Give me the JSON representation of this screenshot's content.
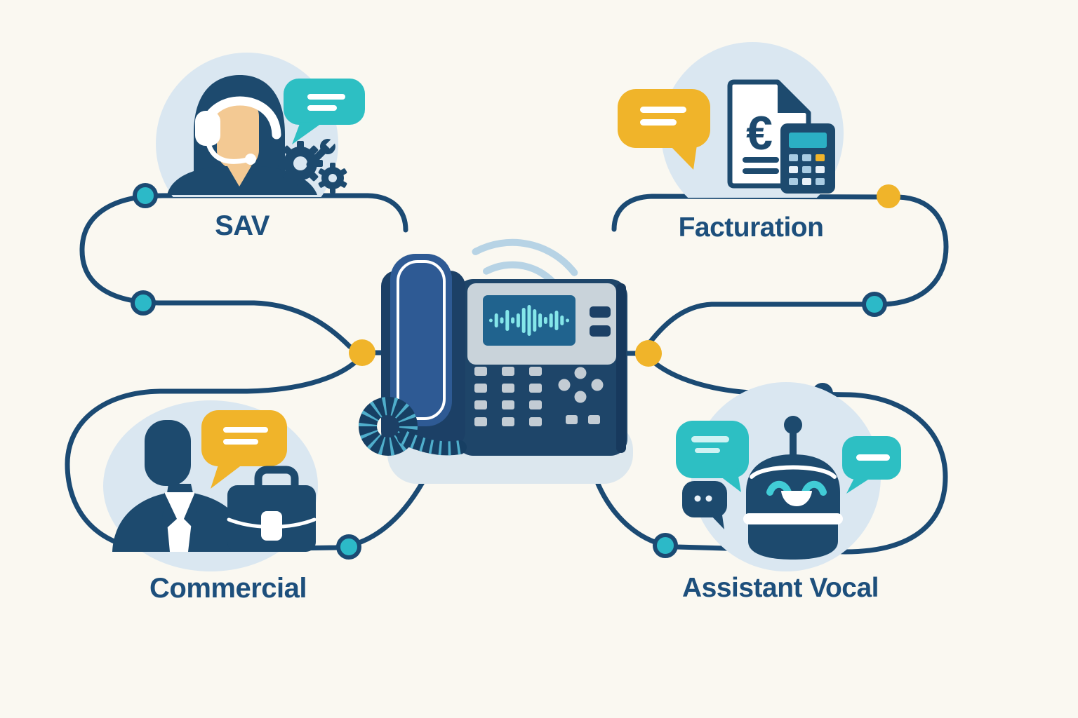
{
  "diagram": {
    "type": "call-routing-infographic",
    "background_color": "#FAF8F1",
    "colors": {
      "navy": "#1B4A73",
      "illustration_navy": "#1D4A6E",
      "teal": "#2DBFC3",
      "yellow": "#F0B42A",
      "light_blue": "#DAE7F1",
      "handset_blue": "#2E5A94",
      "screen_blue": "#20638E",
      "waveform_cyan": "#85E6E9"
    },
    "center_phone": {
      "icon": "voip-desk-phone-icon",
      "screen_icon": "voice-waveform-icon",
      "signal_icon": "wireless-signal-icon",
      "waveform_bars": [
        5,
        20,
        9,
        30,
        9,
        20,
        36,
        44,
        32,
        20,
        10,
        20,
        28,
        14,
        5
      ]
    },
    "nodes": [
      {
        "id": "sav",
        "label": "SAV",
        "icons": [
          "support-agent-icon",
          "chat-bubble-icon",
          "gears-icon"
        ]
      },
      {
        "id": "facturation",
        "label": "Facturation",
        "euro_symbol": "€",
        "icons": [
          "chat-bubble-icon",
          "invoice-euro-icon",
          "calculator-icon"
        ]
      },
      {
        "id": "commercial",
        "label": "Commercial",
        "icons": [
          "businessman-icon",
          "chat-bubble-icon",
          "briefcase-icon"
        ]
      },
      {
        "id": "assistant-vocal",
        "label": "Assistant Vocal",
        "icons": [
          "chat-bubbles-icon",
          "robot-icon"
        ]
      }
    ]
  }
}
